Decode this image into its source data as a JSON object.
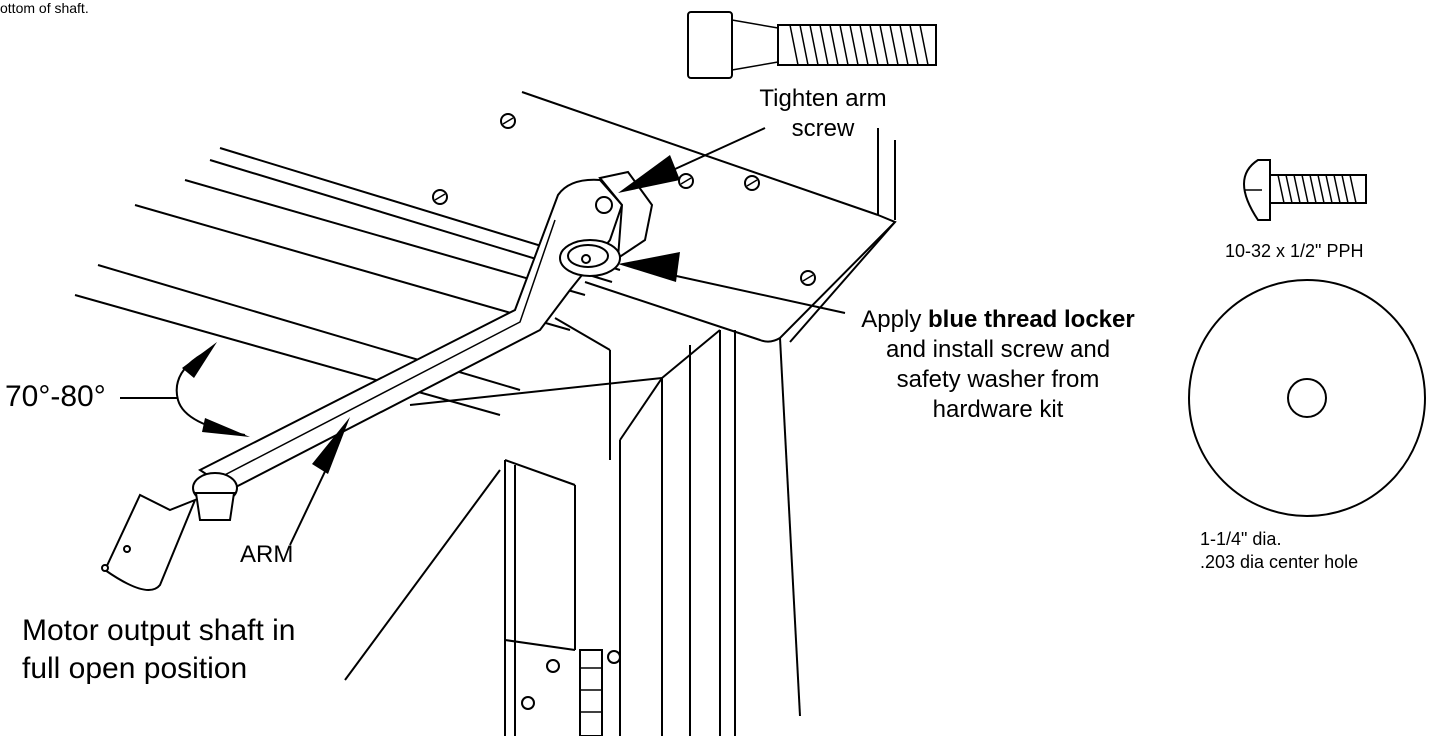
{
  "top_note": "ottom of shaft.",
  "labels": {
    "angle": "70°-80°",
    "arm": "ARM",
    "motor_line1": "Motor output shaft in",
    "motor_line2": "full open position",
    "tighten_line1": "Tighten arm",
    "tighten_line2": "screw",
    "apply_prefix": "Apply ",
    "apply_bold": "blue thread locker",
    "apply_line2": "and install screw and",
    "apply_line3": "safety washer from",
    "apply_line4": "hardware kit",
    "screw_spec": "10-32 x 1/2\" PPH",
    "washer_dia": "1-1/4\" dia.",
    "washer_hole": ".203 dia center hole"
  },
  "icons": [
    "socket-cap-screw-icon",
    "pan-head-screw-icon",
    "washer-icon"
  ]
}
